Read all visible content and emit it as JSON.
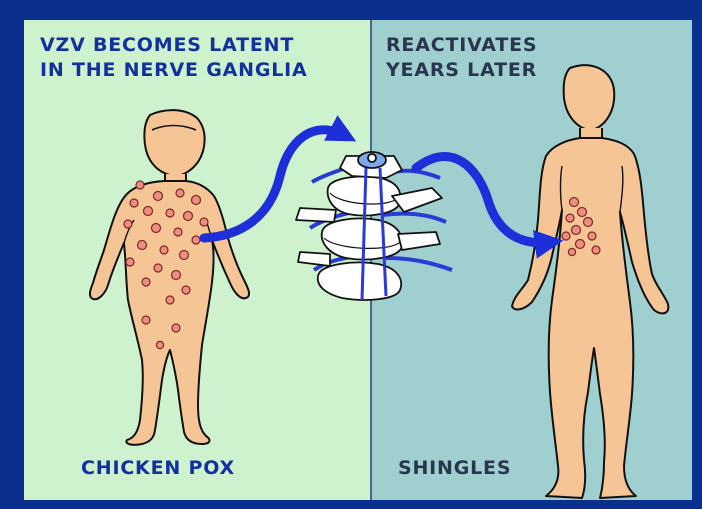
{
  "colors": {
    "border": "#0b2f8c",
    "left_panel": "#cdf2cd",
    "right_panel": "#9fcfcf",
    "skin": "#f5c596",
    "lesion": "#f08d82",
    "arrow": "#1c2fd8",
    "left_text": "#14309e",
    "right_text": "#2a3550"
  },
  "left_panel": {
    "title_line1": "VZV BECOMES LATENT",
    "title_line2": "IN THE NERVE GANGLIA",
    "label": "CHICKEN POX",
    "figure_icon": "child-figure-with-rash"
  },
  "right_panel": {
    "title_line1": "REACTIVATES",
    "title_line2": "YEARS LATER",
    "label": "SHINGLES",
    "figure_icon": "adult-figure-with-dermatomal-rash"
  },
  "center": {
    "icon": "spinal-vertebrae-with-nerve-ganglia"
  }
}
